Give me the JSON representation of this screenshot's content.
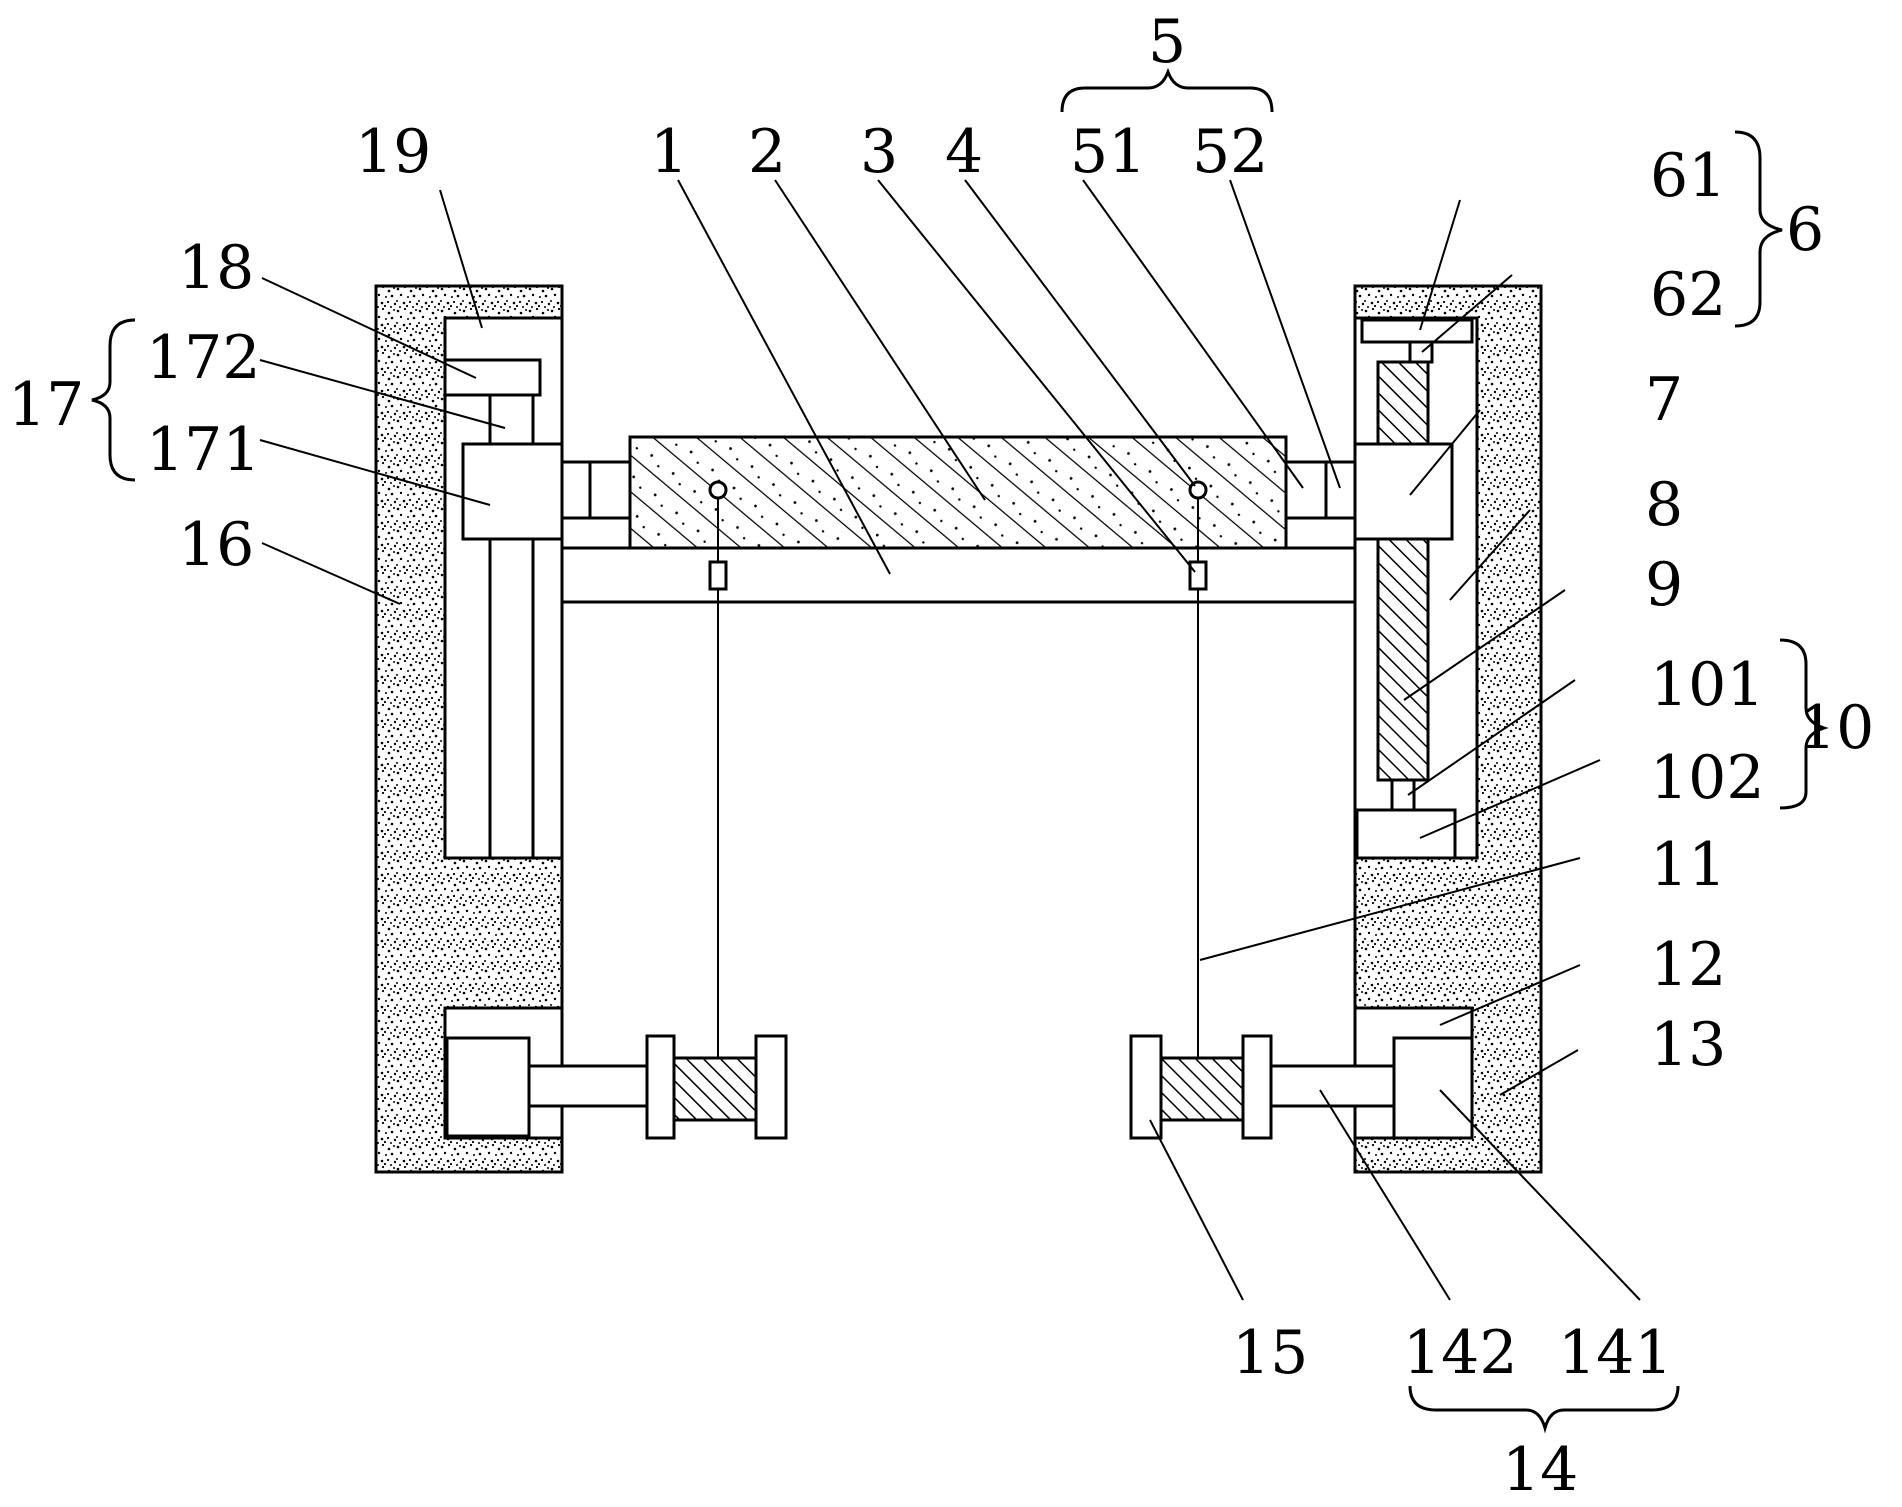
{
  "labels": {
    "l1": "1",
    "l2": "2",
    "l3": "3",
    "l4": "4",
    "l5": "5",
    "l51": "51",
    "l52": "52",
    "l6": "6",
    "l61": "61",
    "l62": "62",
    "l7": "7",
    "l8": "8",
    "l9": "9",
    "l10": "10",
    "l101": "101",
    "l102": "102",
    "l11": "11",
    "l12": "12",
    "l13": "13",
    "l14": "14",
    "l141": "141",
    "l142": "142",
    "l15": "15",
    "l16": "16",
    "l17": "17",
    "l171": "171",
    "l172": "172",
    "l18": "18",
    "l19": "19"
  }
}
